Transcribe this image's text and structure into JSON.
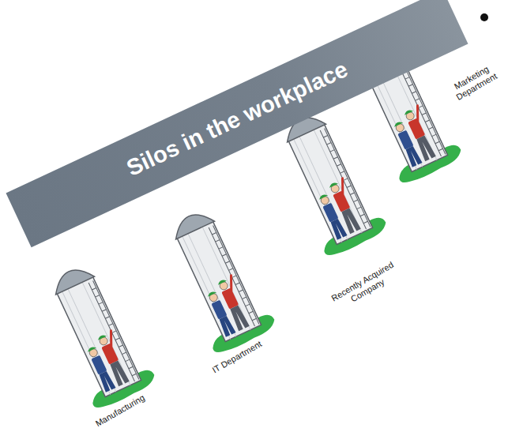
{
  "diagram": {
    "title": "Silos in the workplace",
    "labels": [
      "Manufacturing",
      "IT Department",
      "Recently Acquired Company",
      "Marketing Department"
    ]
  }
}
